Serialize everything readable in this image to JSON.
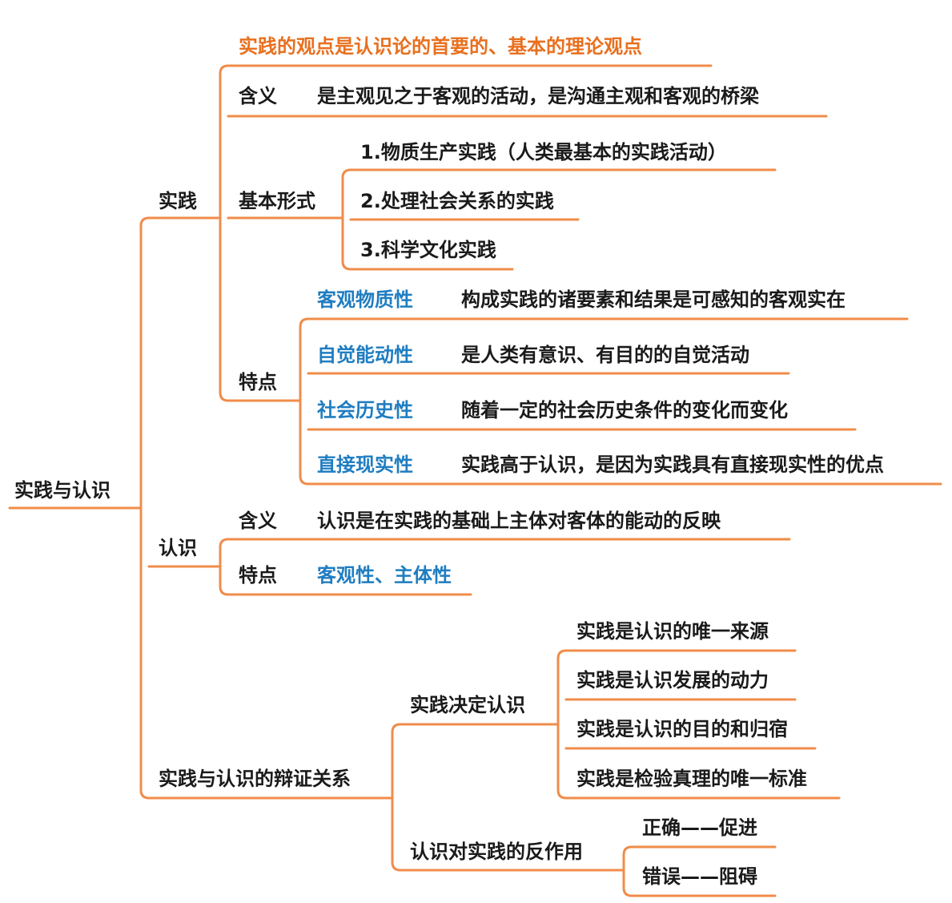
{
  "colors": {
    "line": "#f08c4a",
    "highlight_orange": "#e8701f",
    "highlight_blue": "#1f7dc1",
    "text": "#1a1a1a"
  },
  "root": {
    "label": "实践与认识"
  },
  "practice": {
    "label": "实践",
    "viewpoint": "实践的观点是认识论的首要的、基本的理论观点",
    "meaning": {
      "label": "含义",
      "text": "是主观见之于客观的活动，是沟通主观和客观的桥梁"
    },
    "forms": {
      "label": "基本形式",
      "items": [
        "1.物质生产实践（人类最基本的实践活动）",
        "2.处理社会关系的实践",
        "3.科学文化实践"
      ]
    },
    "features": {
      "label": "特点",
      "items": [
        {
          "name": "客观物质性",
          "desc": "构成实践的诸要素和结果是可感知的客观实在"
        },
        {
          "name": "自觉能动性",
          "desc": "是人类有意识、有目的的自觉活动"
        },
        {
          "name": "社会历史性",
          "desc": "随着一定的社会历史条件的变化而变化"
        },
        {
          "name": "直接现实性",
          "desc": "实践高于认识，是因为实践具有直接现实性的优点"
        }
      ]
    }
  },
  "cognition": {
    "label": "认识",
    "meaning": {
      "label": "含义",
      "text": "认识是在实践的基础上主体对客体的能动的反映"
    },
    "features": {
      "label": "特点",
      "text": "客观性、主体性"
    }
  },
  "relation": {
    "label": "实践与认识的辩证关系",
    "determines": {
      "label": "实践决定认识",
      "items": [
        "实践是认识的唯一来源",
        "实践是认识发展的动力",
        "实践是认识的目的和归宿",
        "实践是检验真理的唯一标准"
      ]
    },
    "reaction": {
      "label": "认识对实践的反作用",
      "items": [
        "正确——促进",
        "错误——阻碍"
      ]
    }
  }
}
